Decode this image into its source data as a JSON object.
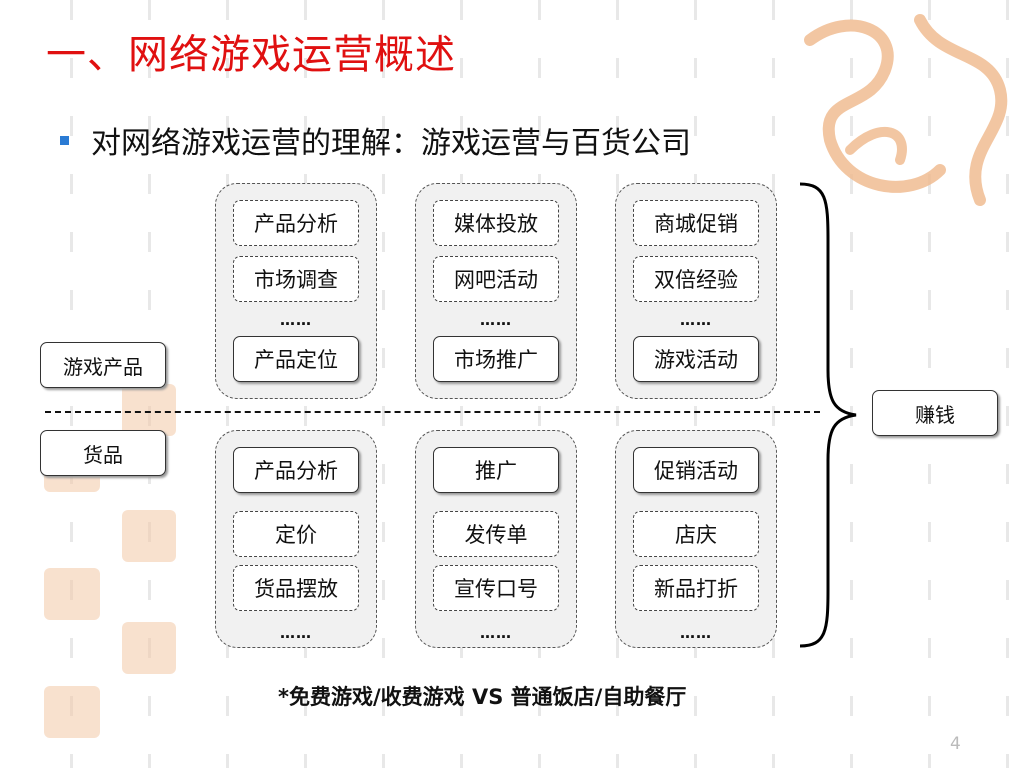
{
  "title": "一、网络游戏运营概述",
  "bullet": "对网络游戏运营的理解：游戏运营与百货公司",
  "side_labels": {
    "top": "游戏产品",
    "bottom": "货品",
    "result": "赚钱"
  },
  "groups_top": [
    {
      "items": [
        "产品分析",
        "市场调查",
        "产品定位"
      ],
      "dots": "……"
    },
    {
      "items": [
        "媒体投放",
        "网吧活动",
        "市场推广"
      ],
      "dots": "……"
    },
    {
      "items": [
        "商城促销",
        "双倍经验",
        "游戏活动"
      ],
      "dots": "……"
    }
  ],
  "groups_bottom": [
    {
      "items": [
        "产品分析",
        "定价",
        "货品摆放"
      ],
      "dots": "……"
    },
    {
      "items": [
        "推广",
        "发传单",
        "宣传口号"
      ],
      "dots": "……"
    },
    {
      "items": [
        "促销活动",
        "店庆",
        "新品打折"
      ],
      "dots": "……"
    }
  ],
  "footer_note": "*免费游戏/收费游戏 VS 普通饭店/自助餐厅",
  "page_number": "4",
  "colors": {
    "title": "#e01010",
    "bullet": "#2b7bd4",
    "seal": "#f0b98c"
  }
}
